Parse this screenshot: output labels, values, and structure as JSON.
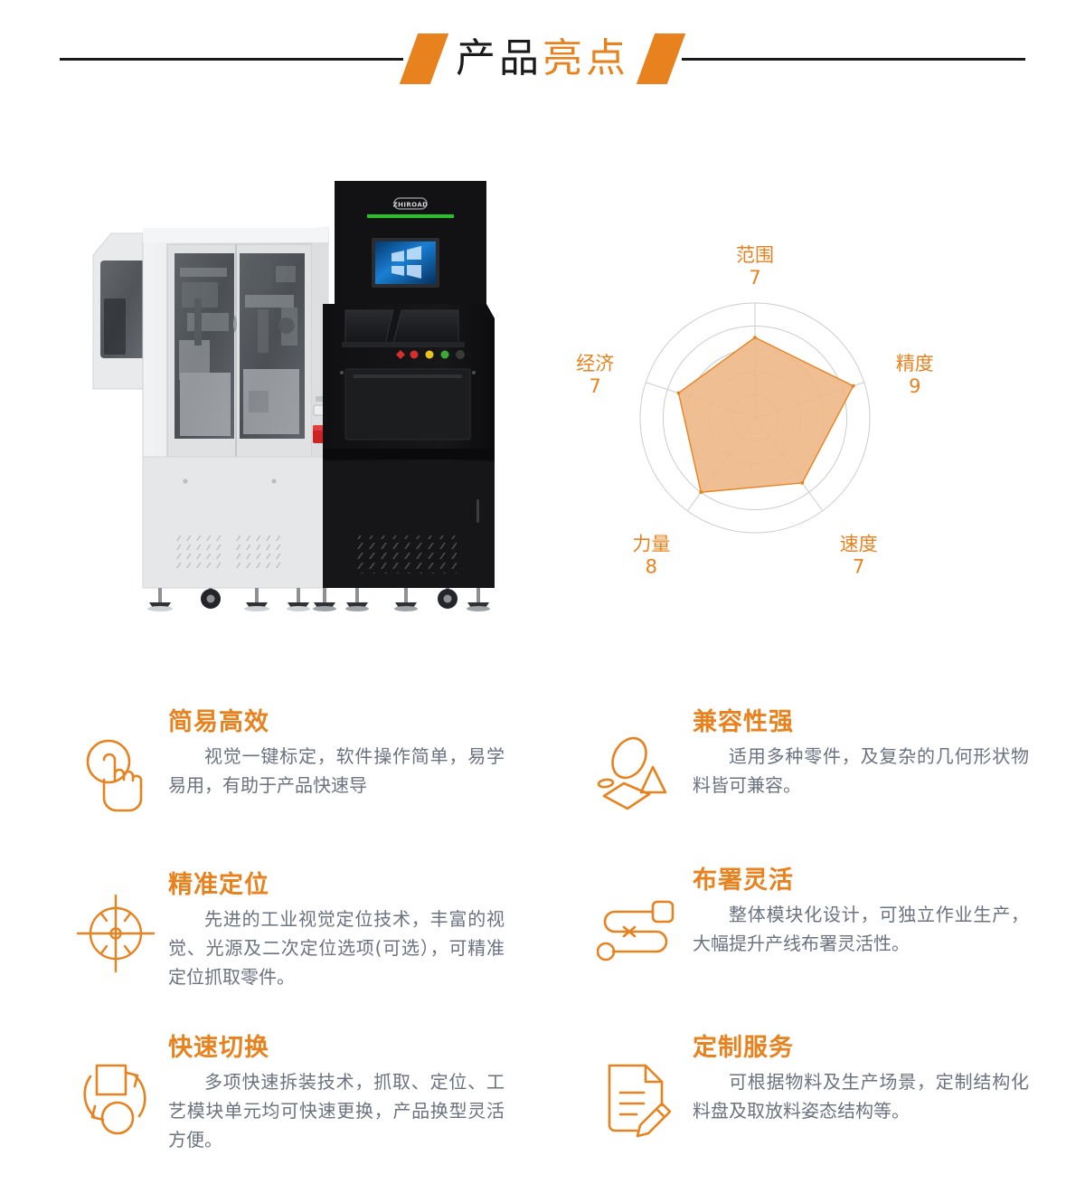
{
  "header": {
    "title_dark": "产品",
    "title_accent": "亮点",
    "left_slash_icon": "slash-icon",
    "right_slash_icon": "slash-icon"
  },
  "product_image": {
    "alt": "工业自动化设备",
    "brand_logo_text": "ZHIROAD",
    "status_lights": [
      "#d32f2f",
      "#d32f2f",
      "#e8c21e",
      "#3aa93a",
      "#3a3a3a"
    ],
    "screen_color": "#0a4f8f",
    "led_bar_color": "#25c425",
    "body_color": "#e8e9ea",
    "tower_color": "#141414"
  },
  "chart_data": {
    "type": "radar",
    "title": "",
    "categories": [
      "范围",
      "精度",
      "速度",
      "力量",
      "经济"
    ],
    "values": [
      7,
      9,
      7,
      8,
      7
    ],
    "value_labels": [
      "7",
      "9",
      "7",
      "8",
      "7"
    ],
    "rlim": [
      0,
      10
    ],
    "grid_rings": [
      2,
      4,
      6,
      8,
      10
    ],
    "grid": true,
    "legend": "none",
    "fill_color": "#EFB88A",
    "stroke_color": "#E8821E",
    "grid_color": "#cccccc",
    "spoke_color": "#cccccc",
    "label_color": "#E8821E"
  },
  "features": [
    {
      "icon": "hand-click-icon",
      "title": "简易高效",
      "desc": "视觉一键标定，软件操作简单，易学易用，有助于产品快速导"
    },
    {
      "icon": "shapes-icon",
      "title": "兼容性强",
      "desc": "适用多种零件，及复杂的几何形状物料皆可兼容。"
    },
    {
      "icon": "crosshair-target-icon",
      "title": "精准定位",
      "desc": "先进的工业视觉定位技术，丰富的视觉、光源及二次定位选项(可选），可精准定位抓取零件。"
    },
    {
      "icon": "flow-path-icon",
      "title": "布署灵活",
      "desc": "整体模块化设计，可独立作业生产，大幅提升产线布署灵活性。"
    },
    {
      "icon": "swap-arrows-icon",
      "title": "快速切换",
      "desc": "多项快速拆装技术，抓取、定位、工艺模块单元均可快速更换，产品换型灵活方便。"
    },
    {
      "icon": "document-pencil-icon",
      "title": "定制服务",
      "desc": "可根据物料及生产场景，定制结构化料盘及取放料姿态结构等。"
    }
  ],
  "colors": {
    "accent": "#E8821E",
    "text_dark": "#1a1a1a",
    "text_gray": "#6b7280"
  }
}
